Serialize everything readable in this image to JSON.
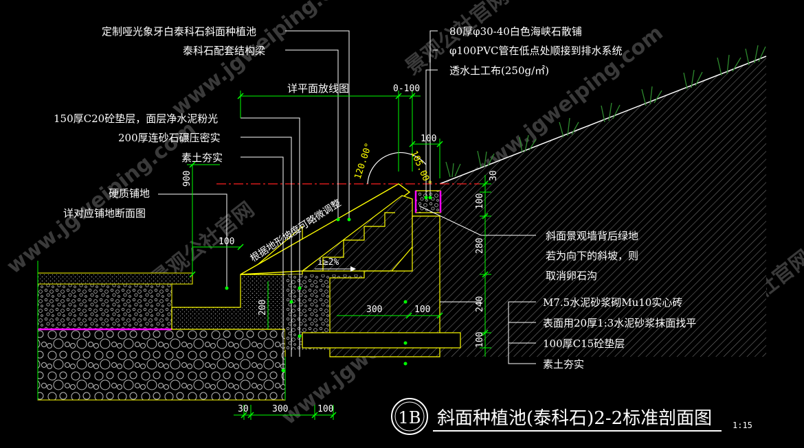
{
  "colors": {
    "background": "#000000",
    "outline": "#ffff00",
    "leader": "#ffffff",
    "dimension": "#00ff00",
    "hatch": "#7a7a7a",
    "centerline": "#ff2020",
    "membrane": "#ff00ff",
    "grass": "#2e8b2e",
    "watermark": "#3a3a3a"
  },
  "labels": {
    "top_left": [
      "定制哑光象牙白泰科石斜面种植池",
      "泰科石配套结构梁"
    ],
    "left": [
      "150厚C20砼垫层，面层净水泥粉光",
      "200厚连砂石碾压密实",
      "素土夯实"
    ],
    "paving": [
      "硬质铺地",
      "详对应铺地断面图"
    ],
    "top_right": [
      "80厚φ30-40白色海峡石散铺",
      "φ100PVC管在低点处顺接到排水系统",
      "透水土工布(250g/㎡)"
    ],
    "right_green": [
      "斜面景观墙背后绿地",
      "若为向下的斜坡，则",
      "取消卵石沟"
    ],
    "right_lower": [
      "M7.5水泥砂浆砌Mu10实心砖",
      "表面用20厚1:3水泥砂浆抹面找平",
      "100厚C15砼垫层",
      "素土夯实"
    ],
    "plan_ref": "详平面放线图",
    "slope_note": "根据地形坡度可略微调整",
    "gradient": "i≥2%"
  },
  "dimensions": {
    "d_0_100": "0-100",
    "d_100_top": "100",
    "d_900": "900",
    "d_100_left": "100",
    "d_200": "200",
    "d_300_mid": "300",
    "d_100_mid": "100",
    "d_30_right": "30",
    "d_100_right": "100",
    "d_280": "280",
    "d_240": "240",
    "d_100_right_low": "100",
    "d_30_bottom": "30",
    "d_300_bottom": "300",
    "d_100_bottom": "100",
    "angle_120": "120.00°",
    "angle_105": "105.00°"
  },
  "title": {
    "badge": "1B",
    "text": "斜面种植池(泰科石)2-2标准剖面图",
    "scale": "1:15"
  },
  "watermark": {
    "domain": "www.jgweiping.com",
    "brand": "景观公社官网"
  }
}
